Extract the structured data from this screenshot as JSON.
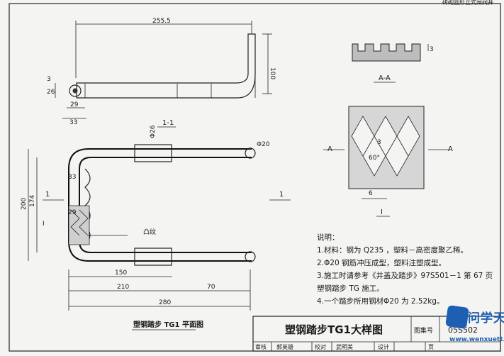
{
  "header": {
    "corner_note": "砖砌圆形立式闸阀井"
  },
  "section_1_1": {
    "label": "1-1",
    "dims": {
      "overall_length": "255.5",
      "height": "100",
      "d26": "26",
      "d3": "3",
      "d29": "29",
      "d33": "33"
    }
  },
  "section_a_a": {
    "label": "A-A",
    "dim_3": "3"
  },
  "detail_i": {
    "label_a_left": "A",
    "label_a_right": "A",
    "label_i": "I",
    "angle": "60°",
    "dim_3": "3",
    "dim_6": "6"
  },
  "plan_view": {
    "title": "塑钢踏步 TG1 平面图",
    "section_left": "1",
    "section_right": "1",
    "dims": {
      "d26": "Φ26",
      "d20": "Φ20",
      "h200": "200",
      "h174": "174",
      "d33": "33",
      "d29": "29",
      "i_mark": "I",
      "bump_label": "凸纹",
      "w150": "150",
      "w210": "210",
      "w70": "70",
      "w280": "280"
    }
  },
  "notes": {
    "heading": "说明：",
    "items": [
      "1.材料：钢为 Q235 ，塑料－高密度聚乙稀。",
      "2.Φ20 钢筋冲压成型，塑料注塑成型。",
      "3.施工时请参考《井盖及踏步》97S501－1 第 67 页",
      "   塑钢踏步 TG 施工。",
      "4.一个踏步所用钢材Φ20 为 2.52kg。"
    ]
  },
  "title_block": {
    "drawing_title": "塑钢踏步TG1大样图",
    "atlas_label": "图集号",
    "atlas_no": "05S502",
    "row_labels": [
      "审核",
      "郭英雄",
      "校对",
      "武明美",
      "设计",
      "页"
    ]
  },
  "watermark": {
    "title": "问学天下",
    "url": "www.wenxuett.com"
  }
}
